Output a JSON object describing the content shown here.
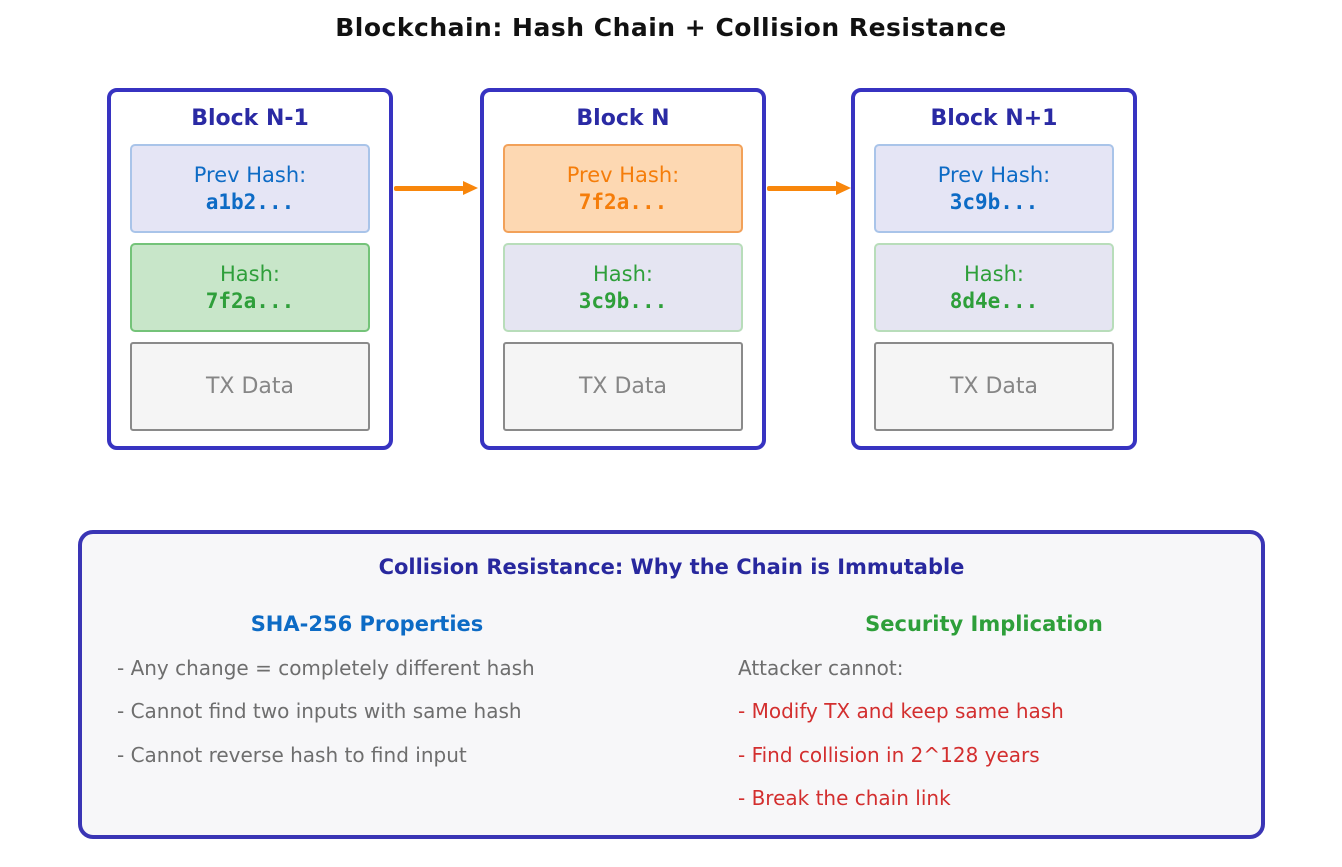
{
  "title": "Blockchain: Hash Chain + Collision Resistance",
  "blocks": [
    {
      "title": "Block N-1",
      "prev_hash": {
        "label": "Prev Hash:",
        "value": "a1b2..."
      },
      "hash": {
        "label": "Hash:",
        "value": "7f2a..."
      },
      "tx_label": "TX Data"
    },
    {
      "title": "Block N",
      "prev_hash": {
        "label": "Prev Hash:",
        "value": "7f2a..."
      },
      "hash": {
        "label": "Hash:",
        "value": "3c9b..."
      },
      "tx_label": "TX Data"
    },
    {
      "title": "Block N+1",
      "prev_hash": {
        "label": "Prev Hash:",
        "value": "3c9b..."
      },
      "hash": {
        "label": "Hash:",
        "value": "8d4e..."
      },
      "tx_label": "TX Data"
    }
  ],
  "panel": {
    "title": "Collision Resistance: Why the Chain is Immutable",
    "left": {
      "header": "SHA-256 Properties",
      "items": [
        "- Any change = completely different hash",
        "- Cannot find two inputs with same hash",
        "- Cannot reverse hash to find input"
      ]
    },
    "right": {
      "header": "Security Implication",
      "intro": "Attacker cannot:",
      "items": [
        "- Modify TX and keep same hash",
        "- Find collision in 2^128 years",
        "- Break the chain link"
      ]
    }
  },
  "colors": {
    "block_border": "#3733c1",
    "block_title": "#2a2aa4",
    "arrow_orange": "#f8860b",
    "blue_text": "#0d6bc5",
    "green_text": "#2e9f3a",
    "orange_text": "#f57d0a",
    "red_text": "#d32f2f",
    "gray_text": "#6e6e6e",
    "lavender_fill": "#e5e5f5",
    "green_fill": "#c8e6c9",
    "orange_fill": "#fdd8b2",
    "tx_fill": "#f5f5f5",
    "panel_fill": "#f7f7f9"
  }
}
